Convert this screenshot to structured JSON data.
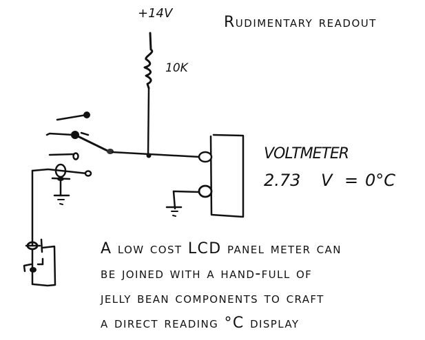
{
  "title": "Rudimentary readout",
  "diagram": {
    "supply_label": "+14V",
    "resistor_label": "10K",
    "meter_label": "VOLTMETER",
    "calibration": {
      "voltage_text": "2.73",
      "unit": "V",
      "equals": "=",
      "temperature_text": "0°C"
    },
    "components": [
      {
        "type": "power-rail",
        "label": "+14V"
      },
      {
        "type": "resistor",
        "label": "10K"
      },
      {
        "type": "rotary-switch",
        "positions": 4
      },
      {
        "type": "voltmeter-lcd-panel",
        "terminals": 2
      },
      {
        "type": "ground",
        "count": 2
      },
      {
        "type": "transistor-sensor",
        "count": 2
      }
    ]
  },
  "caption": {
    "lines": [
      "A low cost LCD panel meter can",
      "be joined with a hand-full of",
      "jelly bean components to craft",
      "a direct reading °C display"
    ]
  }
}
